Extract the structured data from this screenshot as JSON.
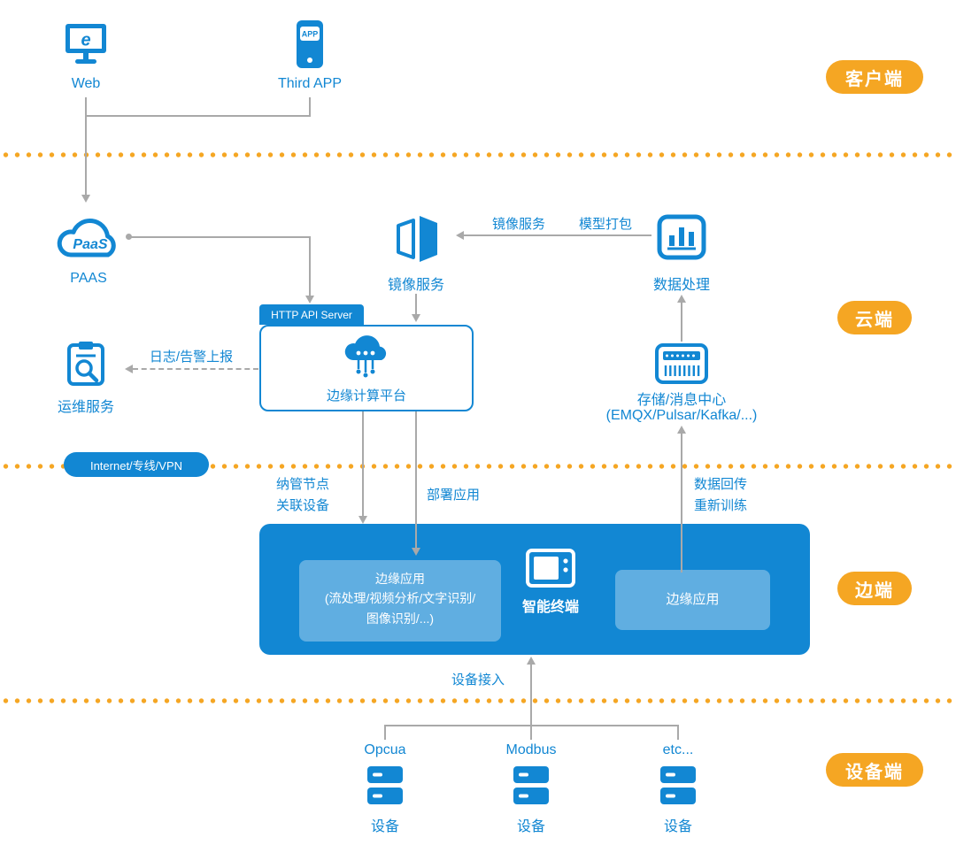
{
  "colors": {
    "primary": "#1287d3",
    "orange": "#f5a623",
    "line_gray": "#a9a9a9"
  },
  "layer_badges": {
    "client": "客户端",
    "cloud": "云端",
    "edge": "边端",
    "device": "设备端"
  },
  "client": {
    "web": "Web",
    "third_app": "Third APP",
    "app_badge": "APP"
  },
  "cloud": {
    "paas_icon": "PaaS",
    "paas": "PAAS",
    "mirror": "镜像服务",
    "flow_mirror": "镜像服务",
    "flow_pack": "模型打包",
    "data_processing": "数据处理",
    "http_api_server": "HTTP API Server",
    "platform": "边缘计算平台",
    "ops": "运维服务",
    "log_report": "日志/告警上报",
    "storage": "存储/消息中心",
    "storage_detail": "(EMQX/Pulsar/Kafka/...)",
    "network": "Internet/专线/VPN"
  },
  "flows": {
    "manage1": "纳管节点",
    "manage2": "关联设备",
    "deploy": "部署应用",
    "back1": "数据回传",
    "back2": "重新训练",
    "access": "设备接入"
  },
  "edge": {
    "app_left1": "边缘应用",
    "app_left2": "(流处理/视频分析/文字识别/",
    "app_left3": "图像识别/...)",
    "terminal": "智能终端",
    "app_right": "边缘应用"
  },
  "devices": {
    "protocols": [
      "Opcua",
      "Modbus",
      "etc..."
    ],
    "label": "设备"
  }
}
